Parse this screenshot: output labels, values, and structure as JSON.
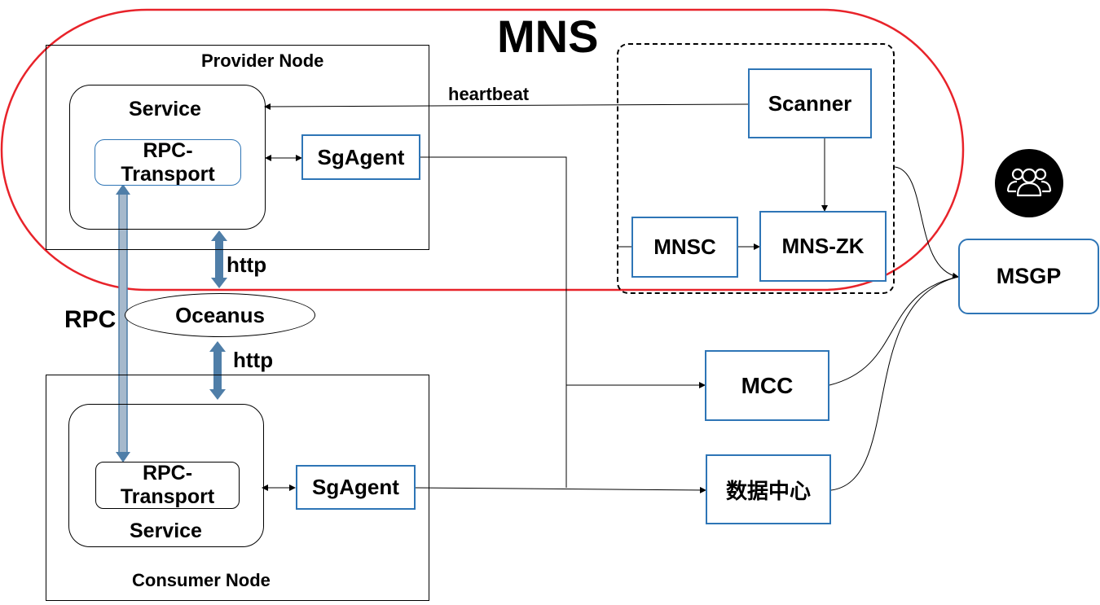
{
  "title": "MNS",
  "provider_node": {
    "label": "Provider Node",
    "service_label": "Service",
    "rpc_transport": "RPC-\nTransport",
    "sgagent": "SgAgent"
  },
  "consumer_node": {
    "label": "Consumer Node",
    "service_label": "Service",
    "rpc_transport": "RPC-\nTransport",
    "sgagent": "SgAgent"
  },
  "oceanus": "Oceanus",
  "edges": {
    "http_top": "http",
    "http_bottom": "http",
    "rpc": "RPC",
    "heartbeat": "heartbeat"
  },
  "components": {
    "scanner": "Scanner",
    "mnsc": "MNSC",
    "mns_zk": "MNS-ZK",
    "mcc": "MCC",
    "data_center": "数据中心",
    "msgp": "MSGP"
  },
  "icons": {
    "group": "users-group-icon"
  },
  "colors": {
    "mns_boundary": "#e8232a",
    "box_border": "#2e75b6",
    "thick_arrow": "#4f7ea8"
  }
}
